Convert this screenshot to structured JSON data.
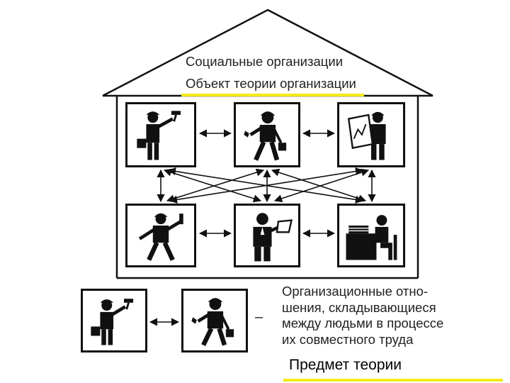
{
  "roof": {
    "title": "Социальные организации",
    "subtitle": "Объект теории организации"
  },
  "definition": {
    "lines": [
      "Организационные отно-",
      "шения, складывающиеся",
      "между людьми в процессе",
      "их совместного труда"
    ]
  },
  "dash": "–",
  "subject_label": "Предмет теории",
  "colors": {
    "highlight": "#f4ea16",
    "ink": "#111111",
    "text": "#222222"
  },
  "figures": {
    "top_row": [
      "worker-painting",
      "worker-with-tools",
      "worker-with-drawing"
    ],
    "bottom_row": [
      "worker-carrying-tools",
      "manager-with-clipboard",
      "clerk-at-desk"
    ],
    "example_pair": [
      "worker-painting",
      "worker-with-tools"
    ]
  }
}
